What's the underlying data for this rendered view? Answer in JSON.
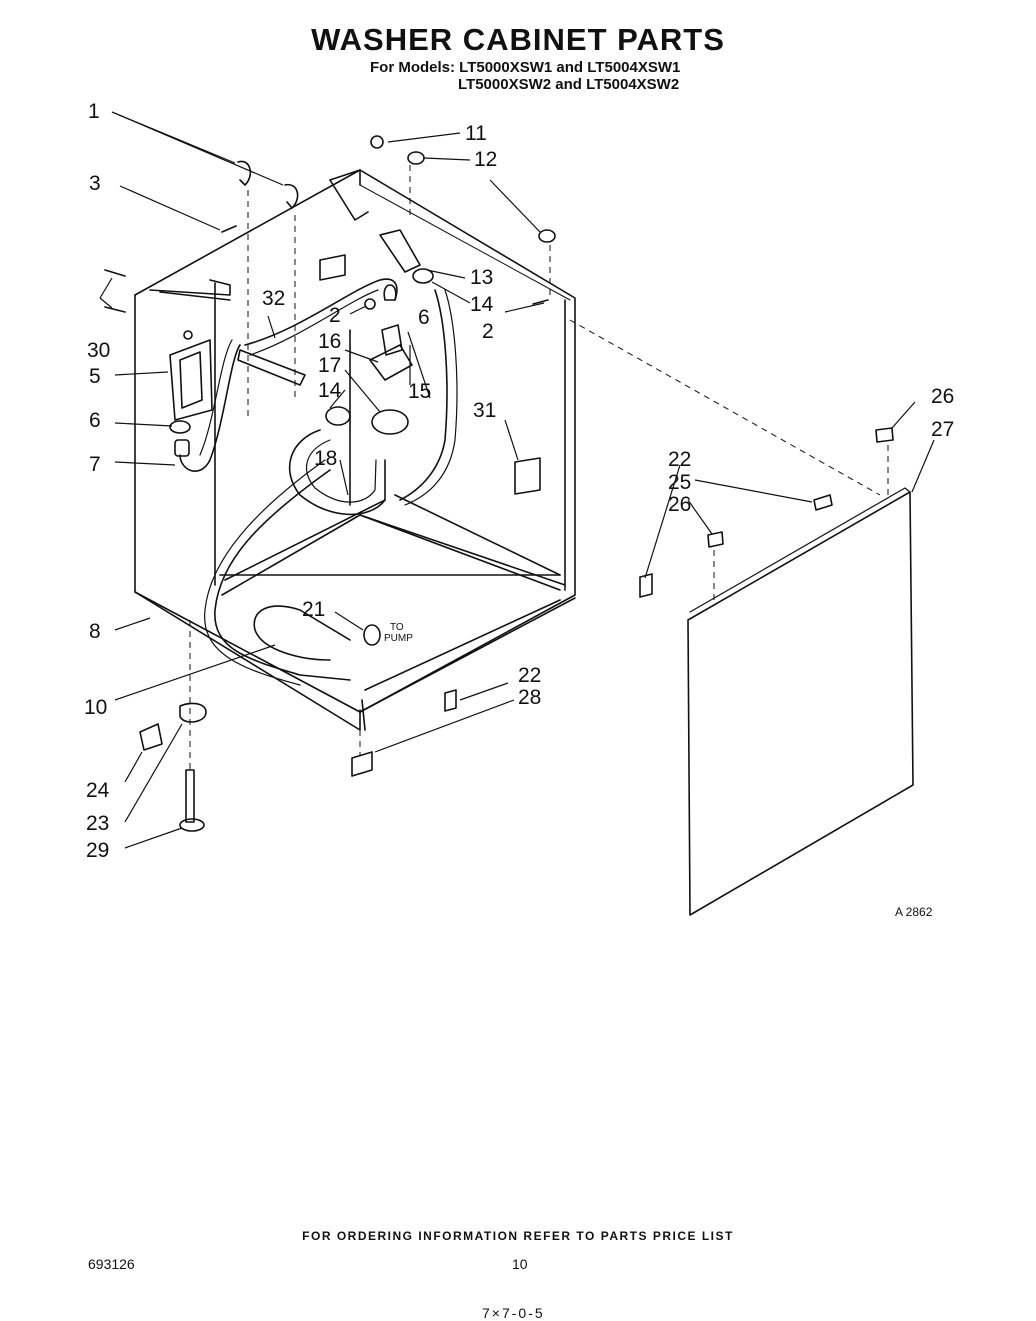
{
  "header": {
    "title": "WASHER CABINET PARTS",
    "models_line1": "For Models: LT5000XSW1 and LT5004XSW1",
    "models_line2": "LT5000XSW2 and LT5004XSW2"
  },
  "callouts": {
    "c1": "1",
    "c2a": "2",
    "c2b": "2",
    "c3": "3",
    "c5": "5",
    "c6a": "6",
    "c6b": "6",
    "c7": "7",
    "c8": "8",
    "c10": "10",
    "c11": "11",
    "c12": "12",
    "c13": "13",
    "c14a": "14",
    "c14b": "14",
    "c15": "15",
    "c16": "16",
    "c17": "17",
    "c18": "18",
    "c21": "21",
    "c22a": "22",
    "c22b": "22",
    "c23": "23",
    "c24": "24",
    "c25": "25",
    "c26a": "26",
    "c26b": "26",
    "c27": "27",
    "c28": "28",
    "c29": "29",
    "c30": "30",
    "c31": "31",
    "c32": "32"
  },
  "pump_label": {
    "to": "TO",
    "pump": "PUMP"
  },
  "figure_ref": "A 2862",
  "footer": {
    "ordering_info": "FOR ORDERING INFORMATION REFER TO PARTS PRICE LIST",
    "doc_number": "693126",
    "page_number": "10",
    "bottom_mark": "7×7-0-5"
  }
}
